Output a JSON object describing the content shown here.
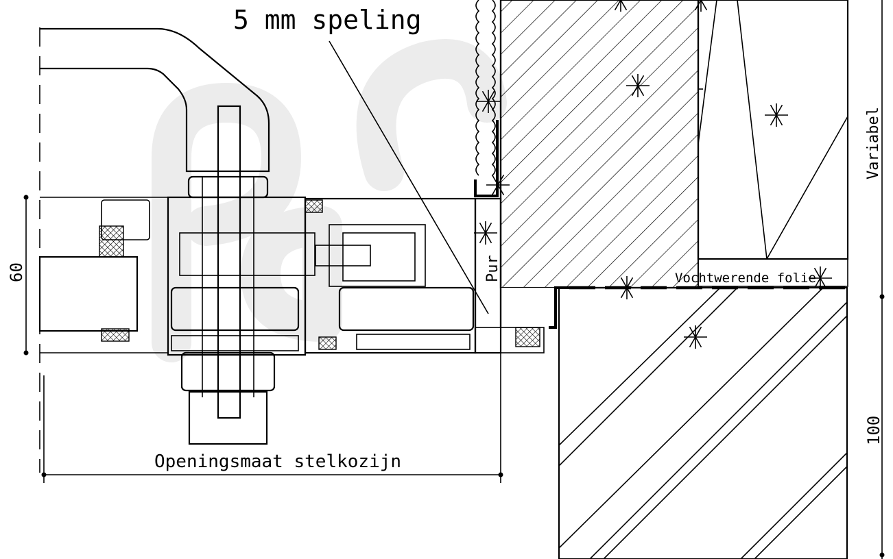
{
  "labels": {
    "speling": "5 mm speling",
    "opening": "Openingsmaat stelkozijn",
    "pur": "Pur",
    "folie": "Vochtwerende folie",
    "dim_60": "60",
    "dim_100": "100",
    "variabel": "Variabel"
  },
  "colors": {
    "line": "#000000",
    "watermark": "#ececec",
    "background": "#ffffff"
  }
}
